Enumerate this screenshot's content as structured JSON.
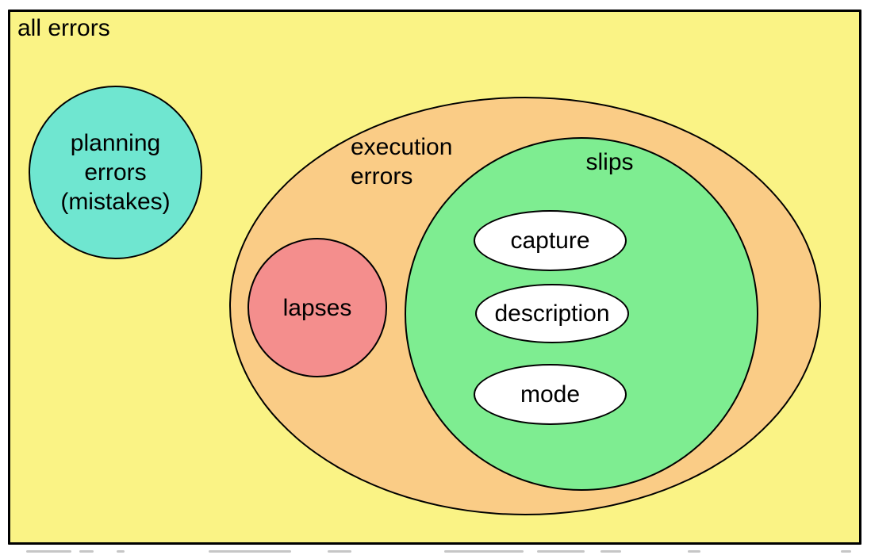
{
  "diagram": {
    "type": "euler-diagram",
    "outline_color": "#000000",
    "background_outside": "#FFFFFF",
    "text_color": "#000000",
    "sets": {
      "all_errors": {
        "label": "all errors",
        "fill": "#FAF385"
      },
      "planning_errors": {
        "label": "planning errors (mistakes)",
        "label_lines": [
          "planning",
          "errors",
          "(mistakes)"
        ],
        "fill": "#6FE6D0"
      },
      "execution_errors": {
        "label": "execution errors",
        "label_lines": [
          "execution",
          "errors"
        ],
        "fill": "#FACC86"
      },
      "lapses": {
        "label": "lapses",
        "fill": "#F48E8D"
      },
      "slips": {
        "label": "slips",
        "fill": "#7EED91"
      },
      "slip_types": [
        {
          "label": "capture",
          "fill": "#FFFFFF"
        },
        {
          "label": "description",
          "fill": "#FFFFFF"
        },
        {
          "label": "mode",
          "fill": "#FFFFFF"
        }
      ]
    }
  }
}
